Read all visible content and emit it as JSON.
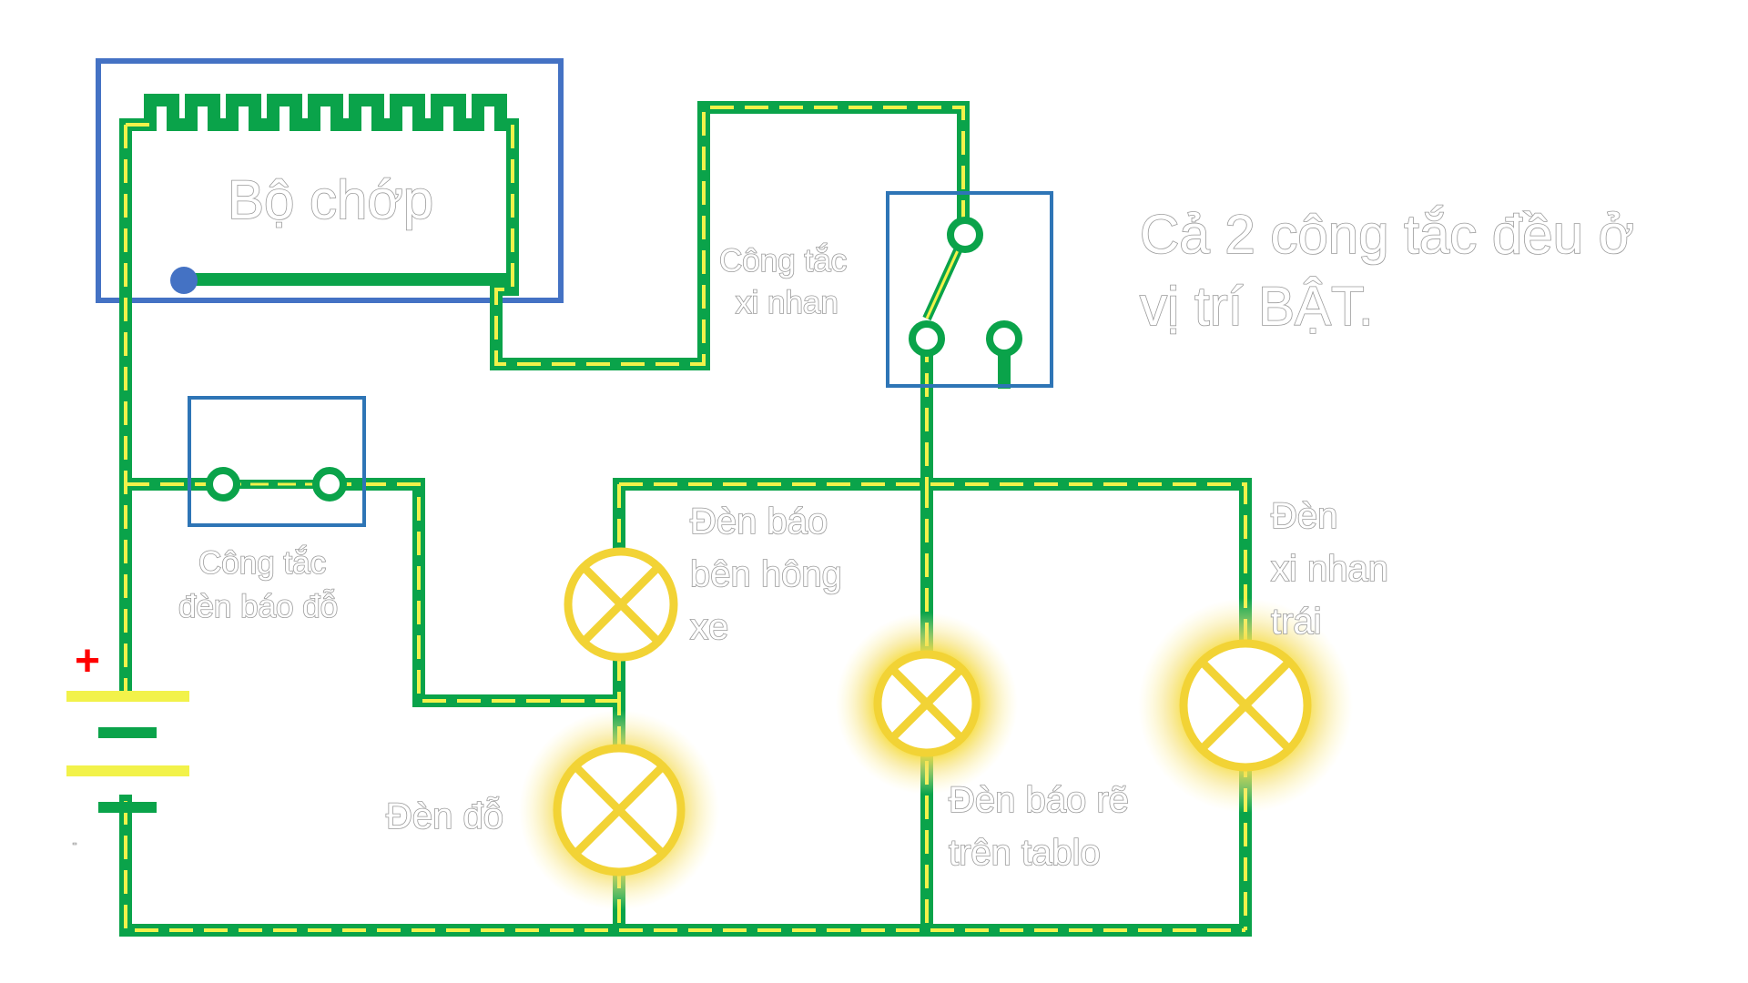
{
  "flasher": {
    "label": "Bộ chớp"
  },
  "turn_switch": {
    "label_line1": "Công tắc",
    "label_line2": "xi nhan"
  },
  "hazard_switch": {
    "label_line1": "Công tắc",
    "label_line2": "đèn báo đỗ"
  },
  "note": {
    "line1": "Cả 2 công tắc đều ở",
    "line2": "vị trí BẬT."
  },
  "lamps": {
    "side_indicator": {
      "line1": "Đèn báo",
      "line2": "bên hông",
      "line3": "xe",
      "lit": false
    },
    "parking_lamp": {
      "label": "Đèn đỗ",
      "lit": true
    },
    "dash_indicator": {
      "line1": "Đèn báo rẽ",
      "line2": "trên tablo",
      "lit": true
    },
    "left_turn_lamp": {
      "line1": "Đèn",
      "line2": "xi nhan",
      "line3": "trái",
      "lit": true
    }
  },
  "battery": {
    "positive": "+",
    "negative": "-"
  },
  "colors": {
    "wire": "#0aa34a",
    "wire_current": "#f2f24a",
    "box": "#4472c4",
    "lamp": "#f2d335",
    "plus": "#ff0000"
  }
}
